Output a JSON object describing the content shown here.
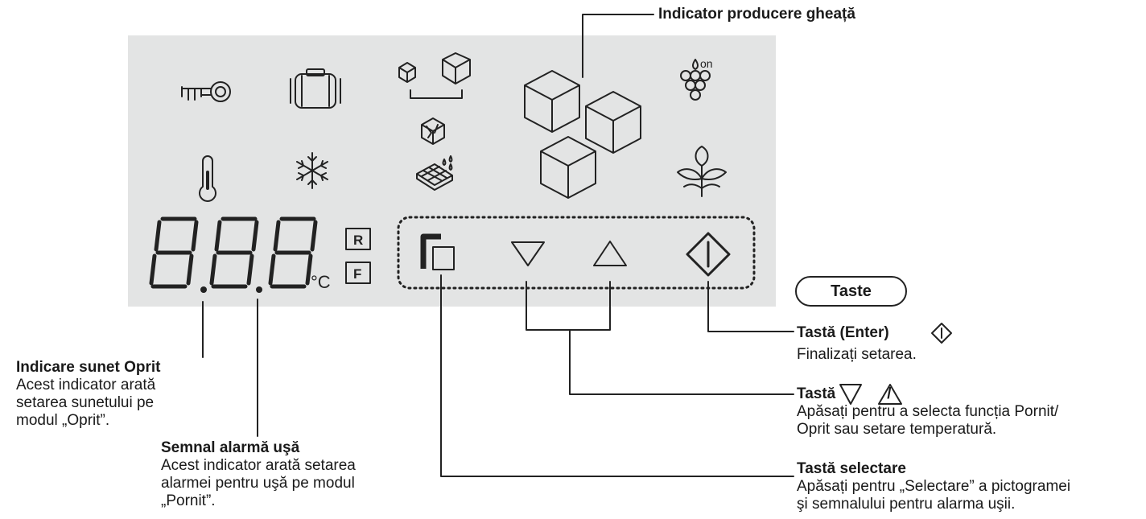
{
  "callouts": {
    "ice": {
      "title": "Indicator producere gheață"
    },
    "sound_off": {
      "title": "Indicare sunet Oprit",
      "lines": [
        "Acest indicator arată",
        "setarea sunetului pe",
        "modul „Oprit”."
      ]
    },
    "door_alarm": {
      "title": "Semnal alarmă uşă",
      "lines": [
        "Acest indicator arată setarea",
        "alarmei pentru uşă pe modul",
        "„Pornit”."
      ]
    },
    "keys_header": "Taste",
    "enter_key": {
      "title": "Tastă (Enter)",
      "lines": [
        "Finalizați setarea."
      ]
    },
    "arrow_keys": {
      "title_prefix": "Tastă",
      "separator": "/",
      "lines": [
        "Apăsați pentru a selecta funcția Pornit/",
        "Oprit sau setare temperatură."
      ]
    },
    "select_key": {
      "title": "Tastă selectare",
      "lines": [
        "Apăsați pentru „Selectare” a pictogramei",
        "şi semnalului pentru alarma uşii."
      ]
    }
  },
  "display": {
    "digits": "8.8.8",
    "unit": "°C",
    "badges": [
      "R",
      "F"
    ],
    "wine_on_label": "on"
  },
  "icons": {
    "row1": [
      "key-icon",
      "suitcase-icon",
      "ice-cube-size-icon",
      "ice-maker-cubes-icon",
      "wine-grapes-icon"
    ],
    "row2": [
      "thermometer-icon",
      "snowflake-icon",
      "crushed-ice-icon",
      "ice-tray-icon",
      "plant-icon"
    ],
    "buttons": [
      "select-square-icon",
      "triangle-down-icon",
      "triangle-up-icon",
      "enter-diamond-icon"
    ]
  }
}
